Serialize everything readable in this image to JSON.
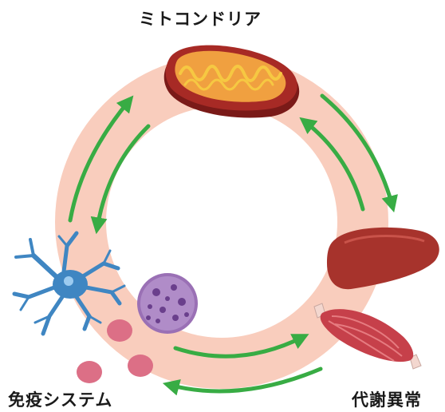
{
  "labels": {
    "mitochondria": "ミトコンドリア",
    "immune": "免疫システム",
    "metabolism": "代謝異常"
  },
  "colors": {
    "ring": "#f9cdbd",
    "arrow": "#38ac44",
    "mito_outer": "#a72a25",
    "mito_inner": "#f0a040",
    "mito_crista": "#f6c842",
    "neuron": "#3f86c2",
    "macrophage": "#9a70b5",
    "red_cell": "#dc6f86",
    "liver": "#a7332c",
    "muscle": "#c6404a"
  },
  "icons": [
    "mitochondria-icon",
    "neuron-icon",
    "immune-cell-icon",
    "liver-icon",
    "muscle-icon"
  ]
}
